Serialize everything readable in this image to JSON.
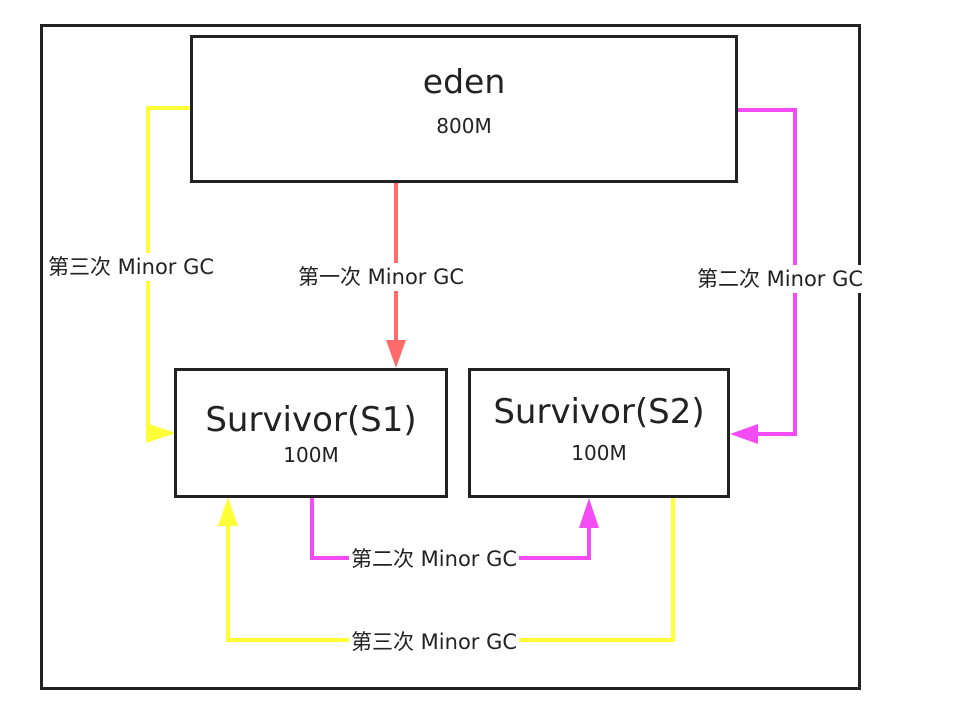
{
  "colors": {
    "first": "#ff6b6b",
    "second": "#f44cf4",
    "third": "#ffff38",
    "border": "#222222"
  },
  "eden": {
    "name": "eden",
    "size": "800M"
  },
  "s1": {
    "name": "Survivor(S1)",
    "size": "100M"
  },
  "s2": {
    "name": "Survivor(S2)",
    "size": "100M"
  },
  "labels": {
    "first_eden_to_s1": "第一次 Minor GC",
    "second_eden_to_s2": "第二次 Minor GC",
    "third_eden_to_s1": "第三次 Minor GC",
    "second_s1_to_s2": "第二次 Minor GC",
    "third_s2_to_s1": "第三次 Minor GC"
  }
}
